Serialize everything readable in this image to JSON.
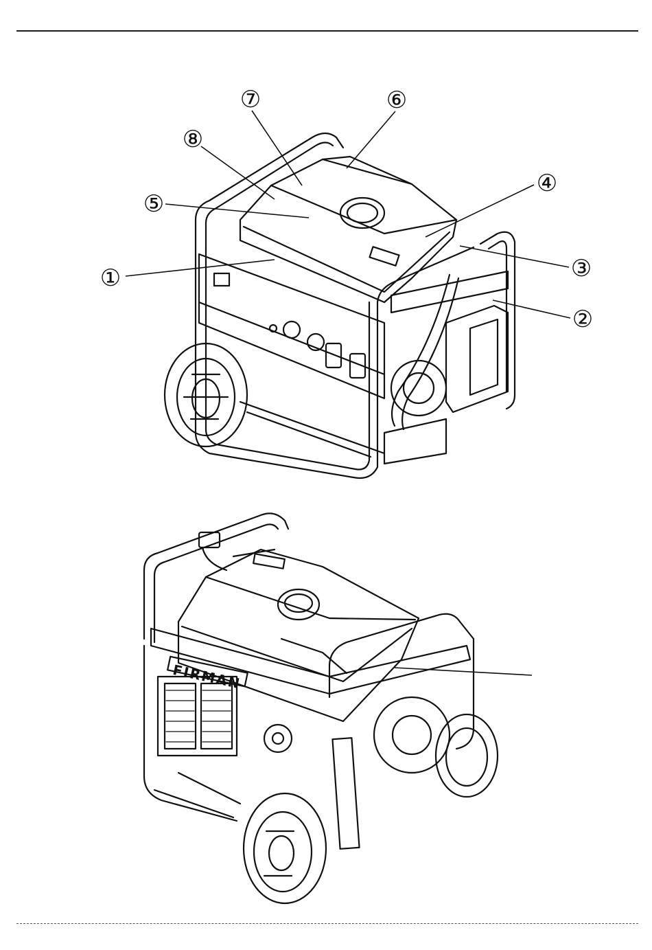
{
  "figure_top": {
    "callouts": [
      {
        "label": "①"
      },
      {
        "label": "②"
      },
      {
        "label": "③"
      },
      {
        "label": "④"
      },
      {
        "label": "⑤"
      },
      {
        "label": "⑥"
      },
      {
        "label": "⑦"
      },
      {
        "label": "⑧"
      }
    ]
  },
  "figure_bottom": {
    "brand_label": "FIRMAN"
  }
}
